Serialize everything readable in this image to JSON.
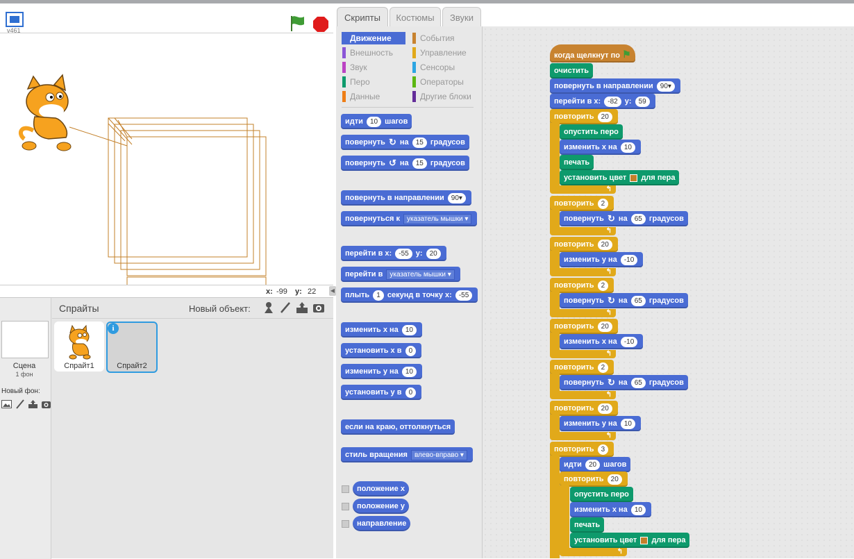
{
  "app": {
    "version": "v461",
    "colors": {
      "motion": "#4a6cd4",
      "pen": "#0e9a6c",
      "control": "#e1a91a",
      "events": "#c88330",
      "selected": "#2f9be0"
    }
  },
  "stage": {
    "mouse_x_label": "x:",
    "mouse_x": "-99",
    "mouse_y_label": "y:",
    "mouse_y": "22"
  },
  "sprites": {
    "title": "Спрайты",
    "new_object": "Новый объект:",
    "items": [
      {
        "name": "Спрайт1"
      },
      {
        "name": "Спрайт2"
      }
    ],
    "info_icon": "i"
  },
  "scene": {
    "label": "Сцена",
    "sub": "1 фон",
    "new_backdrop": "Новый фон:"
  },
  "tabs": [
    "Скрипты",
    "Костюмы",
    "Звуки"
  ],
  "categories": {
    "left": [
      "Движение",
      "Внешность",
      "Звук",
      "Перо",
      "Данные"
    ],
    "right": [
      "События",
      "Управление",
      "Сенсоры",
      "Операторы",
      "Другие блоки"
    ],
    "colors": [
      "#4a6cd4",
      "#8a55d7",
      "#bb42c3",
      "#0e9a6c",
      "#ee7d16",
      "#c88330",
      "#e1a91a",
      "#2ca5e2",
      "#5cb712",
      "#632d99"
    ]
  },
  "palette": {
    "move": {
      "a": "идти",
      "n": "10",
      "b": "шагов"
    },
    "turn_right": {
      "a": "повернуть",
      "b": "на",
      "n": "15",
      "c": "градусов"
    },
    "turn_left": {
      "a": "повернуть",
      "b": "на",
      "n": "15",
      "c": "градусов"
    },
    "point_dir": {
      "a": "повернуть в направлении",
      "n": "90▾"
    },
    "point_towards": {
      "a": "повернуться к",
      "d": "указатель мышки ▾"
    },
    "goto_xy": {
      "a": "перейти в x:",
      "x": "-55",
      "b": "y:",
      "y": "20"
    },
    "goto": {
      "a": "перейти в",
      "d": "указатель мышки ▾"
    },
    "glide": {
      "a": "плыть",
      "n": "1",
      "b": "секунд в точку x:",
      "x": "-55"
    },
    "change_x": {
      "a": "изменить х на",
      "n": "10"
    },
    "set_x": {
      "a": "установить х в",
      "n": "0"
    },
    "change_y": {
      "a": "изменить у на",
      "n": "10"
    },
    "set_y": {
      "a": "установить у в",
      "n": "0"
    },
    "bounce": {
      "a": "если на краю, оттолкнуться"
    },
    "rotation_style": {
      "a": "стиль вращения",
      "d": "влево-вправо ▾"
    },
    "rep_x": {
      "a": "положение x"
    },
    "rep_y": {
      "a": "положение y"
    },
    "rep_dir": {
      "a": "направление"
    }
  },
  "script": {
    "hat": "когда щелкнут по",
    "clear": "очистить",
    "point": {
      "a": "повернуть в направлении",
      "n": "90▾"
    },
    "goto": {
      "a": "перейти в x:",
      "x": "-82",
      "b": "y:",
      "y": "59"
    },
    "repeat": "повторить",
    "pen_down": "опустить перо",
    "change_x": "изменить х на",
    "change_y": "изменить у на",
    "stamp": "печать",
    "set_color": {
      "a": "установить цвет",
      "b": "для пера"
    },
    "turn": {
      "a": "повернуть",
      "b": "на",
      "c": "градусов"
    },
    "move": {
      "a": "идти",
      "b": "шагов"
    },
    "values": {
      "r1": "20",
      "cx1": "10",
      "r2": "2",
      "t1": "65",
      "r3": "20",
      "cy1": "-10",
      "r4": "2",
      "t2": "65",
      "r5": "20",
      "cx2": "-10",
      "r6": "2",
      "t3": "65",
      "r7": "20",
      "cy2": "10",
      "r8": "3",
      "mv": "20",
      "r9": "20",
      "cx3": "10"
    }
  }
}
